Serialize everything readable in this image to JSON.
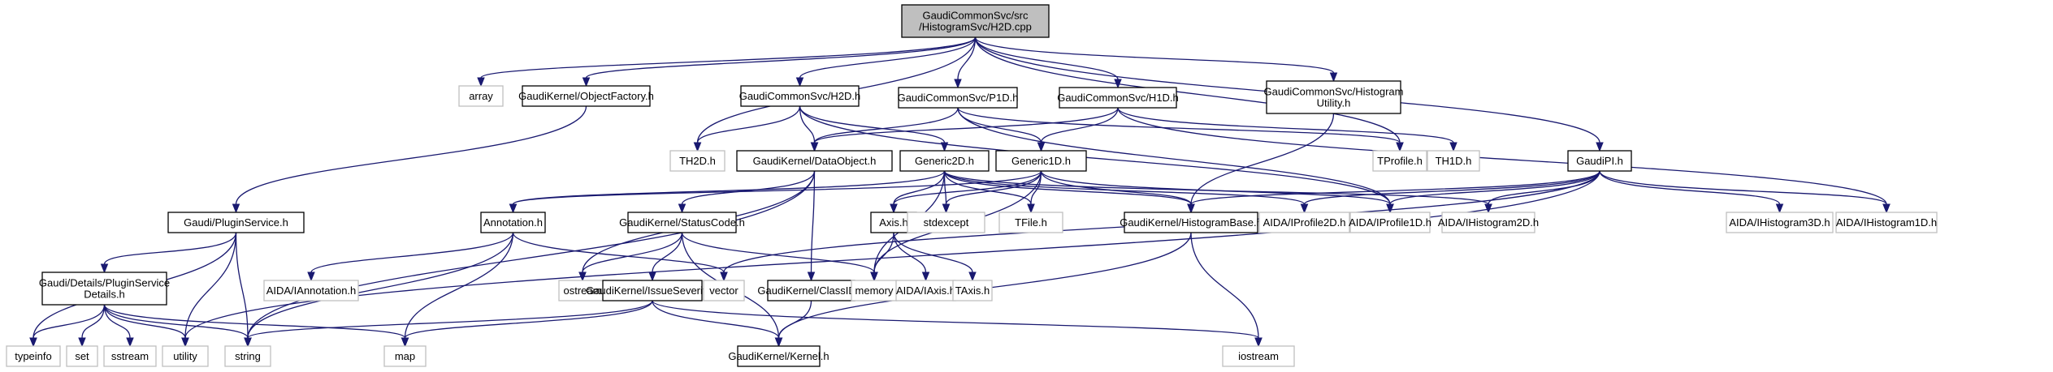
{
  "title": "GaudiCommonSvc/src/HistogramSvc/H2D.cpp include dependency graph",
  "colors": {
    "edge": "#191970",
    "root_fill": "#bfbfbf",
    "local_border": "#000000",
    "system_border": "#bfbfbf"
  },
  "nodes": [
    {
      "id": "root",
      "lines": [
        "GaudiCommonSvc/src",
        "/HistogramSvc/H2D.cpp"
      ],
      "kind": "root"
    },
    {
      "id": "array",
      "lines": [
        "array"
      ],
      "kind": "system"
    },
    {
      "id": "objfactory",
      "lines": [
        "GaudiKernel/ObjectFactory.h"
      ],
      "kind": "local"
    },
    {
      "id": "h2d",
      "lines": [
        "GaudiCommonSvc/H2D.h"
      ],
      "kind": "local"
    },
    {
      "id": "p1d",
      "lines": [
        "GaudiCommonSvc/P1D.h"
      ],
      "kind": "local"
    },
    {
      "id": "h1d",
      "lines": [
        "GaudiCommonSvc/H1D.h"
      ],
      "kind": "local"
    },
    {
      "id": "histutil",
      "lines": [
        "GaudiCommonSvc/Histogram",
        "Utility.h"
      ],
      "kind": "local"
    },
    {
      "id": "th2d",
      "lines": [
        "TH2D.h"
      ],
      "kind": "system"
    },
    {
      "id": "dataobject",
      "lines": [
        "GaudiKernel/DataObject.h"
      ],
      "kind": "local"
    },
    {
      "id": "generic2d",
      "lines": [
        "Generic2D.h"
      ],
      "kind": "local"
    },
    {
      "id": "generic1d",
      "lines": [
        "Generic1D.h"
      ],
      "kind": "local"
    },
    {
      "id": "tprofile",
      "lines": [
        "TProfile.h"
      ],
      "kind": "system"
    },
    {
      "id": "th1d",
      "lines": [
        "TH1D.h"
      ],
      "kind": "system"
    },
    {
      "id": "gaudipi",
      "lines": [
        "GaudiPI.h"
      ],
      "kind": "local"
    },
    {
      "id": "pluginservice",
      "lines": [
        "Gaudi/PluginService.h"
      ],
      "kind": "local"
    },
    {
      "id": "annotation",
      "lines": [
        "Annotation.h"
      ],
      "kind": "local"
    },
    {
      "id": "statuscode",
      "lines": [
        "GaudiKernel/StatusCode.h"
      ],
      "kind": "local"
    },
    {
      "id": "axis",
      "lines": [
        "Axis.h"
      ],
      "kind": "local"
    },
    {
      "id": "stdexcept",
      "lines": [
        "stdexcept"
      ],
      "kind": "system"
    },
    {
      "id": "tfile",
      "lines": [
        "TFile.h"
      ],
      "kind": "system"
    },
    {
      "id": "histbase",
      "lines": [
        "GaudiKernel/HistogramBase.h"
      ],
      "kind": "local"
    },
    {
      "id": "iprofile2d",
      "lines": [
        "AIDA/IProfile2D.h"
      ],
      "kind": "system"
    },
    {
      "id": "iprofile1d",
      "lines": [
        "AIDA/IProfile1D.h"
      ],
      "kind": "system"
    },
    {
      "id": "ihist2d",
      "lines": [
        "AIDA/IHistogram2D.h"
      ],
      "kind": "system"
    },
    {
      "id": "ihist3d",
      "lines": [
        "AIDA/IHistogram3D.h"
      ],
      "kind": "system"
    },
    {
      "id": "ihist1d",
      "lines": [
        "AIDA/IHistogram1D.h"
      ],
      "kind": "system"
    },
    {
      "id": "plugindetails",
      "lines": [
        "Gaudi/Details/PluginService",
        "Details.h"
      ],
      "kind": "local"
    },
    {
      "id": "iannotation",
      "lines": [
        "AIDA/IAnnotation.h"
      ],
      "kind": "system"
    },
    {
      "id": "ostream",
      "lines": [
        "ostream"
      ],
      "kind": "system"
    },
    {
      "id": "issueseverity",
      "lines": [
        "GaudiKernel/IssueSeverity.h"
      ],
      "kind": "local"
    },
    {
      "id": "vector",
      "lines": [
        "vector"
      ],
      "kind": "system"
    },
    {
      "id": "classid",
      "lines": [
        "GaudiKernel/ClassID.h"
      ],
      "kind": "local"
    },
    {
      "id": "memory",
      "lines": [
        "memory"
      ],
      "kind": "system"
    },
    {
      "id": "iaxis",
      "lines": [
        "AIDA/IAxis.h"
      ],
      "kind": "system"
    },
    {
      "id": "taxis",
      "lines": [
        "TAxis.h"
      ],
      "kind": "system"
    },
    {
      "id": "typeinfo",
      "lines": [
        "typeinfo"
      ],
      "kind": "system"
    },
    {
      "id": "set",
      "lines": [
        "set"
      ],
      "kind": "system"
    },
    {
      "id": "sstream",
      "lines": [
        "sstream"
      ],
      "kind": "system"
    },
    {
      "id": "utility",
      "lines": [
        "utility"
      ],
      "kind": "system"
    },
    {
      "id": "string",
      "lines": [
        "string"
      ],
      "kind": "system"
    },
    {
      "id": "map",
      "lines": [
        "map"
      ],
      "kind": "system"
    },
    {
      "id": "kernel",
      "lines": [
        "GaudiKernel/Kernel.h"
      ],
      "kind": "local"
    },
    {
      "id": "iostream",
      "lines": [
        "iostream"
      ],
      "kind": "system"
    }
  ],
  "edges": [
    [
      "root",
      "array"
    ],
    [
      "root",
      "objfactory"
    ],
    [
      "root",
      "h2d"
    ],
    [
      "root",
      "p1d"
    ],
    [
      "root",
      "h1d"
    ],
    [
      "root",
      "histutil"
    ],
    [
      "root",
      "th2d"
    ],
    [
      "root",
      "tprofile"
    ],
    [
      "root",
      "gaudipi"
    ],
    [
      "objfactory",
      "pluginservice"
    ],
    [
      "h2d",
      "th2d"
    ],
    [
      "h2d",
      "dataobject"
    ],
    [
      "h2d",
      "generic2d"
    ],
    [
      "h2d",
      "iprofile1d"
    ],
    [
      "p1d",
      "dataobject"
    ],
    [
      "p1d",
      "generic1d"
    ],
    [
      "p1d",
      "tprofile"
    ],
    [
      "p1d",
      "iprofile1d"
    ],
    [
      "h1d",
      "dataobject"
    ],
    [
      "h1d",
      "generic1d"
    ],
    [
      "h1d",
      "th1d"
    ],
    [
      "h1d",
      "ihist1d"
    ],
    [
      "histutil",
      "histbase"
    ],
    [
      "dataobject",
      "statuscode"
    ],
    [
      "dataobject",
      "classid"
    ],
    [
      "dataobject",
      "string"
    ],
    [
      "dataobject",
      "ostream"
    ],
    [
      "generic2d",
      "annotation"
    ],
    [
      "generic2d",
      "axis"
    ],
    [
      "generic2d",
      "stdexcept"
    ],
    [
      "generic2d",
      "tfile"
    ],
    [
      "generic2d",
      "histbase"
    ],
    [
      "generic2d",
      "memory"
    ],
    [
      "generic2d",
      "iprofile2d"
    ],
    [
      "generic2d",
      "ihist2d"
    ],
    [
      "generic1d",
      "annotation"
    ],
    [
      "generic1d",
      "axis"
    ],
    [
      "generic1d",
      "stdexcept"
    ],
    [
      "generic1d",
      "tfile"
    ],
    [
      "generic1d",
      "histbase"
    ],
    [
      "generic1d",
      "memory"
    ],
    [
      "generic1d",
      "iprofile1d"
    ],
    [
      "gaudipi",
      "histbase"
    ],
    [
      "gaudipi",
      "iprofile2d"
    ],
    [
      "gaudipi",
      "iprofile1d"
    ],
    [
      "gaudipi",
      "ihist2d"
    ],
    [
      "gaudipi",
      "ihist3d"
    ],
    [
      "gaudipi",
      "ihist1d"
    ],
    [
      "gaudipi",
      "vector"
    ],
    [
      "gaudipi",
      "utility"
    ],
    [
      "pluginservice",
      "plugindetails"
    ],
    [
      "pluginservice",
      "typeinfo"
    ],
    [
      "pluginservice",
      "utility"
    ],
    [
      "pluginservice",
      "string"
    ],
    [
      "annotation",
      "iannotation"
    ],
    [
      "annotation",
      "string"
    ],
    [
      "annotation",
      "map"
    ],
    [
      "annotation",
      "vector"
    ],
    [
      "statuscode",
      "ostream"
    ],
    [
      "statuscode",
      "issueseverity"
    ],
    [
      "statuscode",
      "kernel"
    ],
    [
      "statuscode",
      "memory"
    ],
    [
      "axis",
      "iaxis"
    ],
    [
      "axis",
      "taxis"
    ],
    [
      "axis",
      "memory"
    ],
    [
      "histbase",
      "kernel"
    ],
    [
      "histbase",
      "iostream"
    ],
    [
      "plugindetails",
      "typeinfo"
    ],
    [
      "plugindetails",
      "set"
    ],
    [
      "plugindetails",
      "sstream"
    ],
    [
      "plugindetails",
      "utility"
    ],
    [
      "plugindetails",
      "string"
    ],
    [
      "plugindetails",
      "map"
    ],
    [
      "issueseverity",
      "string"
    ],
    [
      "issueseverity",
      "map"
    ],
    [
      "issueseverity",
      "kernel"
    ],
    [
      "issueseverity",
      "iostream"
    ],
    [
      "classid",
      "kernel"
    ]
  ]
}
